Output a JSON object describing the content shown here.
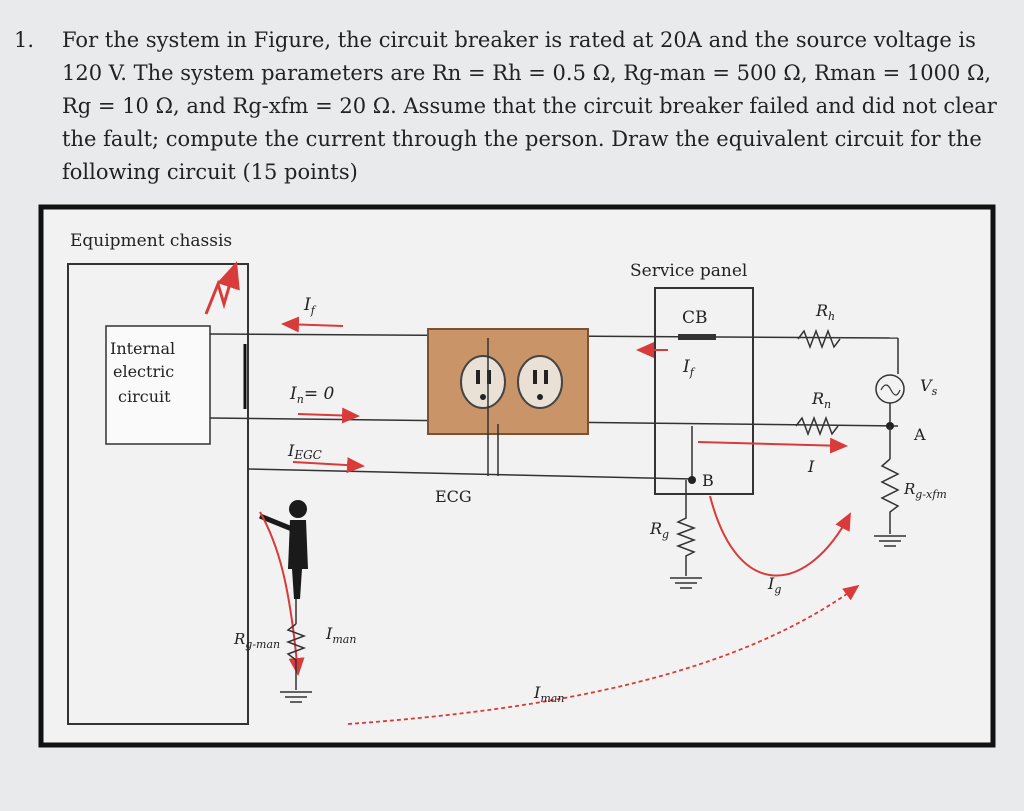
{
  "question": {
    "number": "1.",
    "text": "For the system in Figure, the circuit breaker is rated at 20A and the source voltage is\n120 V. The system parameters are Rn = Rh = 0.5 Ω, Rg-man = 500 Ω, Rman = 1000 Ω,\nRg = 10 Ω, and Rg-xfm = 20 Ω. Assume that the circuit breaker failed and did not clear\nthe fault; compute the current through the person. Draw the equivalent circuit for the\nfollowing circuit (15 points)"
  },
  "figure": {
    "equipment_label": "Equipment chassis",
    "internal_line1": "Internal",
    "internal_line2": "electric",
    "internal_line3": "circuit",
    "i_f_top": "I",
    "i_f_top_sub": "f",
    "i_n": "I",
    "i_n_sub": "n",
    "i_n_value": "= 0",
    "i_egc": "I",
    "i_egc_sub": "EGC",
    "ecg_label": "ECG",
    "service_panel": "Service panel",
    "cb_label": "CB",
    "i_f_panel": "I",
    "i_f_panel_sub": "f",
    "b_label": "B",
    "rg_label": "R",
    "rg_sub": "g",
    "rh_label": "R",
    "rh_sub": "h",
    "rn_label": "R",
    "rn_sub": "n",
    "vs_label": "V",
    "vs_sub": "s",
    "a_label": "A",
    "rgxfm_label": "R",
    "rgxfm_sub": "g-xfm",
    "ig_label": "I",
    "ig_sub": "g",
    "i_short": "I",
    "rgman_label": "R",
    "rgman_sub": "g-man",
    "iman_label": "I",
    "iman_sub": "man",
    "iman_bottom": "I",
    "iman_bottom_sub": "man",
    "colors": {
      "wire": "#333333",
      "arrow": "#d93a3a",
      "outlet": "#c89468",
      "border": "#111111"
    }
  }
}
